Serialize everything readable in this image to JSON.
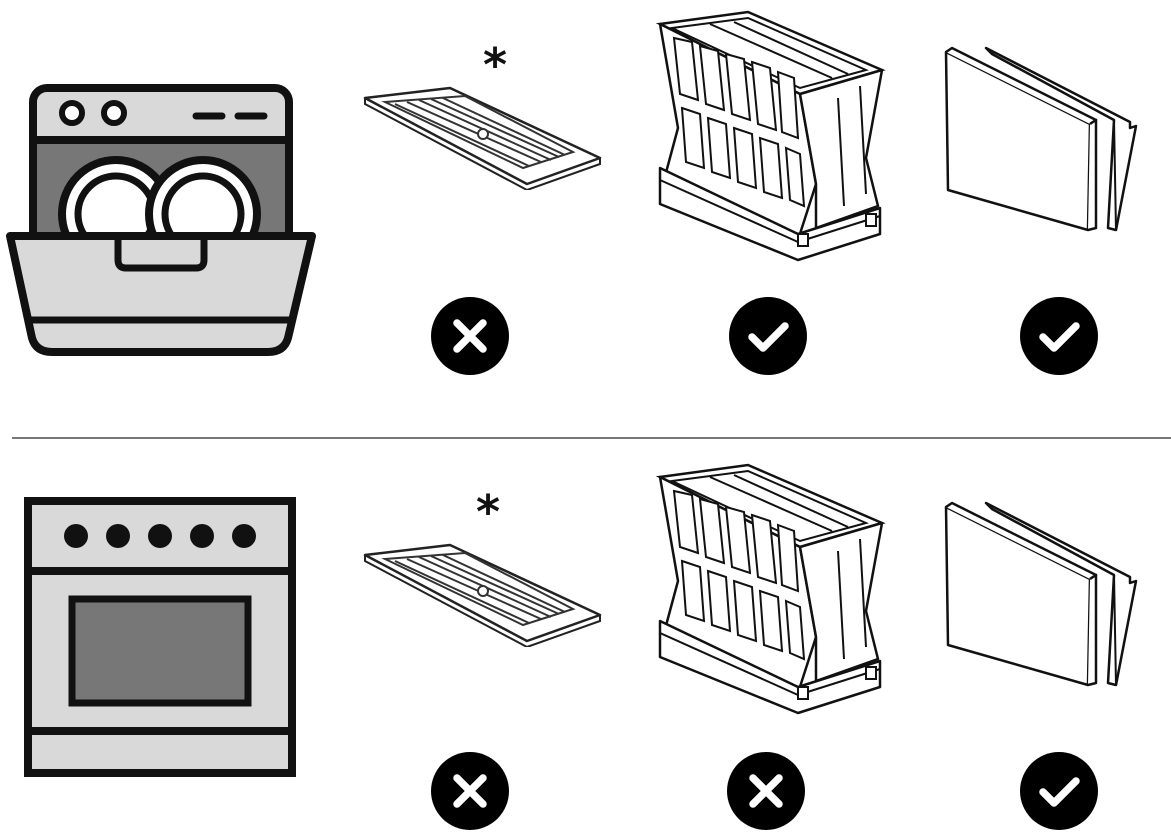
{
  "rows": [
    {
      "appliance": {
        "name": "dishwasher",
        "icon": "dishwasher-icon"
      },
      "columns": [
        {
          "part": "grease-grid",
          "note_mark": "*",
          "status": "not-allowed",
          "status_icon": "cross-circle-icon"
        },
        {
          "part": "filter-frame",
          "note_mark": "",
          "status": "allowed",
          "status_icon": "check-circle-icon"
        },
        {
          "part": "filter-panels",
          "note_mark": "",
          "status": "allowed",
          "status_icon": "check-circle-icon"
        }
      ]
    },
    {
      "appliance": {
        "name": "oven",
        "icon": "oven-icon"
      },
      "columns": [
        {
          "part": "grease-grid",
          "note_mark": "*",
          "status": "not-allowed",
          "status_icon": "cross-circle-icon"
        },
        {
          "part": "filter-frame",
          "note_mark": "",
          "status": "not-allowed",
          "status_icon": "cross-circle-icon"
        },
        {
          "part": "filter-panels",
          "note_mark": "",
          "status": "allowed",
          "status_icon": "check-circle-icon"
        }
      ]
    }
  ],
  "colors": {
    "line": "#111111",
    "fill": "#d9d9d9",
    "dark_fill": "#777777",
    "status_bg": "#000000",
    "status_fg": "#ffffff",
    "divider": "#777777"
  }
}
